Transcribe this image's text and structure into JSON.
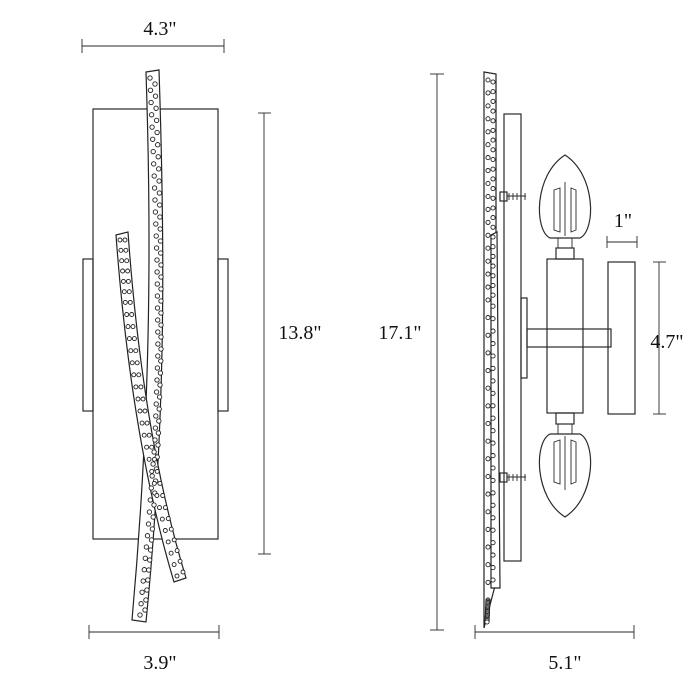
{
  "dimensions": {
    "front_top_width": "4.3\"",
    "front_height": "13.8\"",
    "front_bottom_width": "3.9\"",
    "side_height": "17.1\"",
    "side_depth": "5.1\"",
    "mount_width": "1\"",
    "mount_height": "4.7\""
  },
  "colors": {
    "line": "#2a2a2a",
    "background": "#ffffff"
  }
}
